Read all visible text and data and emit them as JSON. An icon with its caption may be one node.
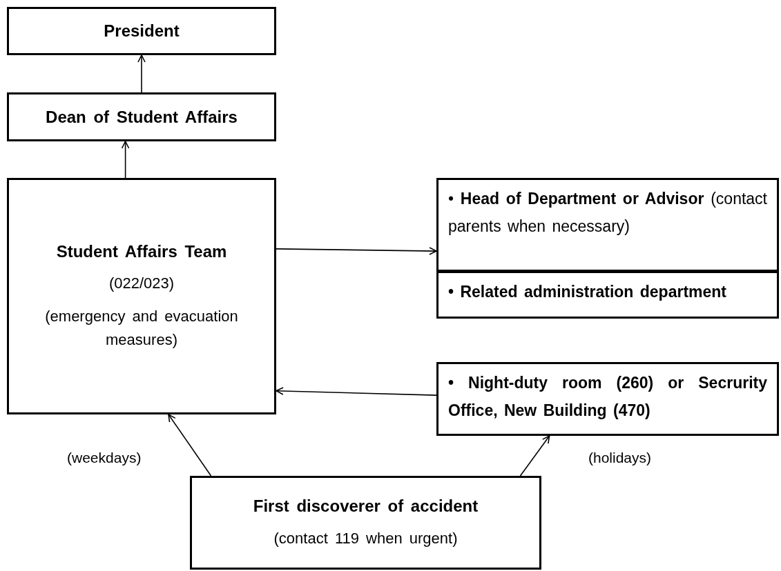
{
  "diagram": {
    "nodes": [
      {
        "text": [
          "President"
        ]
      },
      {
        "text": [
          "Dean of Student Affairs"
        ]
      },
      {
        "text": [
          "Student Affairs Team",
          "(022/023)",
          "(emergency and evacuation measures)"
        ]
      },
      {
        "text": [
          "• **Head of Department or Advisor** (contact parents when necessary)"
        ]
      },
      {
        "text": [
          "• Related administration department"
        ]
      },
      {
        "text": [
          "• Night-duty room (260) or Secrurity Office, New Building (470)"
        ]
      },
      {
        "text": [
          "First discoverer of accident",
          "(contact 119 when urgent)"
        ]
      }
    ],
    "edges": [
      {
        "from": 1,
        "to": 0,
        "arrow": "to"
      },
      {
        "from": 2,
        "to": 1,
        "arrow": "to"
      },
      {
        "from": 2,
        "to": 3,
        "arrow": "to"
      },
      {
        "from": 5,
        "to": 2,
        "arrow": "to"
      },
      {
        "from": 6,
        "to": 2,
        "arrow": "to",
        "label": "(weekdays)"
      },
      {
        "from": 6,
        "to": 5,
        "arrow": "to",
        "label": "(holidays)"
      }
    ]
  }
}
